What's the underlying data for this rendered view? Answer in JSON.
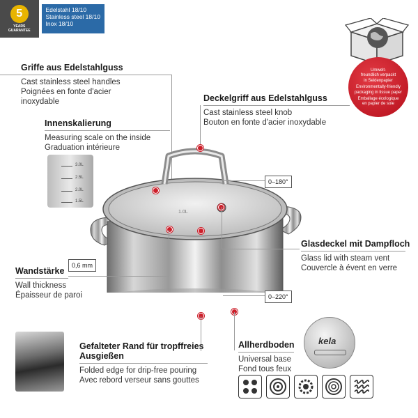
{
  "guarantee": {
    "years": "5",
    "label_line1": "YEARS",
    "label_line2": "GUARANTEE",
    "steel_de": "Edelstahl 18/10",
    "steel_en": "Stainless steel 18/10",
    "steel_fr": "Inox 18/10"
  },
  "eco": {
    "line1": "Umwelt-",
    "line2": "freundlich verpackt",
    "line3": "in Seidenpapier",
    "line4": "Environmentally-friendly",
    "line5": "packaging in tissue paper",
    "line6": "Emballage écologique",
    "line7": "en papier de soie"
  },
  "handles": {
    "title": "Griffe aus Edelstahlguss",
    "en": "Cast stainless steel handles",
    "fr1": "Poignées en fonte d'acier",
    "fr2": "inoxydable"
  },
  "knob": {
    "title": "Deckelgriff aus Edelstahlguss",
    "en": "Cast stainless steel knob",
    "fr": "Bouton en fonte d'acier inoxydable"
  },
  "scale": {
    "title": "Innenskalierung",
    "en": "Measuring scale on the inside",
    "fr": "Graduation intérieure",
    "marks": [
      "3.0L",
      "2.5L",
      "2.0L",
      "1.5L"
    ]
  },
  "lid_temp": "0–180°",
  "base_temp": "0–220°",
  "pot_mark": "1.0L",
  "lid": {
    "title": "Glasdeckel mit Dampfloch",
    "en": "Glass lid with steam vent",
    "fr": "Couvercle à évent en verre"
  },
  "wall": {
    "title": "Wandstärke",
    "value": "0,6 mm",
    "en": "Wall thickness",
    "fr": "Épaisseur de paroi"
  },
  "rim": {
    "title1": "Gefalteter Rand für tropffreies",
    "title2": "Ausgießen",
    "en": "Folded edge for drip-free pouring",
    "fr": "Avec rebord verseur sans gouttes"
  },
  "base": {
    "title": "Allherdboden",
    "en": "Universal base",
    "fr": "Fond tous feux",
    "brand": "kela"
  },
  "colors": {
    "accent_red": "#cc1f2a",
    "steel_blue": "#2b6aa7",
    "badge_gold": "#e8b400"
  }
}
